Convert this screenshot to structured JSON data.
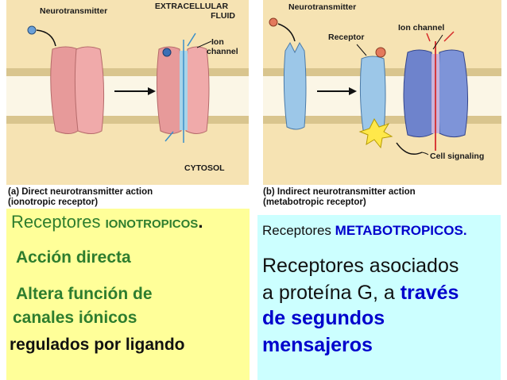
{
  "panel_a": {
    "label_neurotransmitter": "Neurotransmitter",
    "label_extracellular": "EXTRACELLULAR",
    "label_fluid": "FLUID",
    "label_ion": "Ion",
    "label_channel": "channel",
    "label_cytosol": "CYTOSOL"
  },
  "panel_b": {
    "label_neurotransmitter": "Neurotransmitter",
    "label_ion_channel": "Ion channel",
    "label_receptor": "Receptor",
    "label_cell_signaling": "Cell signaling"
  },
  "captions": {
    "a_line1": "(a) Direct neurotransmitter action",
    "a_line2": "(ionotropic receptor)",
    "b_line1": "(b) Indirect neurotransmitter action",
    "b_line2": "(metabotropic receptor)"
  },
  "box_a": {
    "title_plain": "Receptores ",
    "title_bold": "IONOTROPICOS",
    "title_dot": ".",
    "line1": "Acción directa",
    "line2": "Altera función de",
    "line3": "canales iónicos",
    "line4": "regulados por ligando"
  },
  "box_b": {
    "title_plain": "Receptores ",
    "title_bold": "METABOTROPICOS.",
    "line1": "Receptores asociados",
    "line2_plain": "a  proteína G, a ",
    "line2_bold": "través",
    "line3": "de segundos",
    "line4": "mensajeros"
  },
  "colors": {
    "panel_bg": "#f6e3b3",
    "box_a_bg": "#ffff99",
    "box_b_bg": "#ccffff",
    "box_a_text": "#2e7d2e",
    "box_b_accent": "#0000cc"
  }
}
